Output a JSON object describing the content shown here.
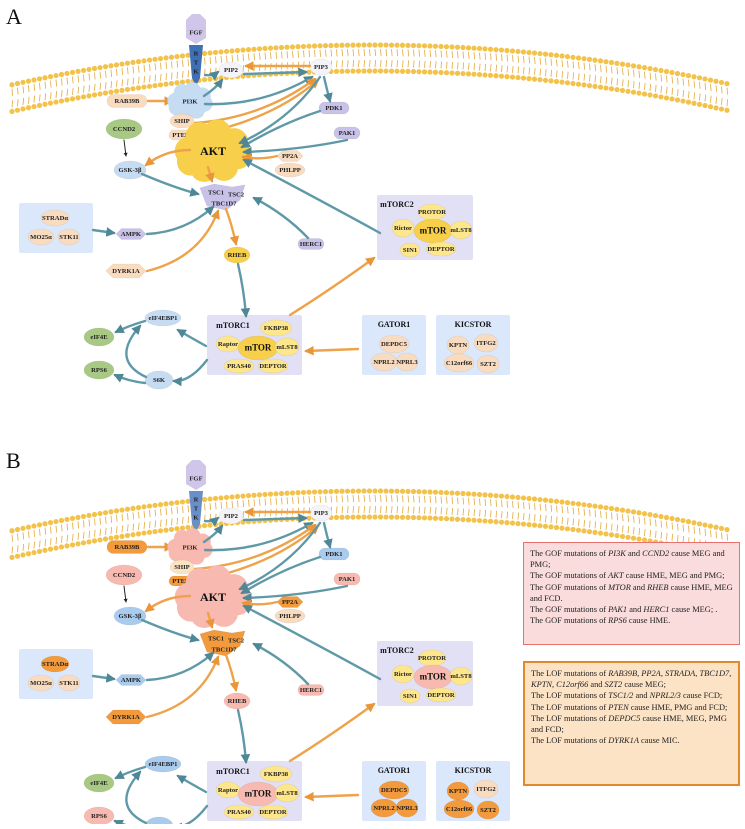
{
  "panels": {
    "a_label": "A",
    "b_label": "B"
  },
  "nodes": {
    "fgf": "FGF",
    "rtk": [
      "R",
      "T",
      "K"
    ],
    "pip2": "PIP2",
    "pip3": "PIP3",
    "rab39b": "RAB39B",
    "pi3k": "PI3K",
    "pdk1": "PDK1",
    "pak1": "PAK1",
    "ship": "SHIP",
    "pten": "PTEN",
    "ccnd2": "CCND2",
    "akt": "AKT",
    "pp2a": "PP2A",
    "phlpp": "PHLPP",
    "gsk3b": "GSK-3β",
    "tsc1": "TSC1",
    "tsc2": "TSC2",
    "tbc1d7": "TBC1D7",
    "strada": "STRADα",
    "mo25a": "MO25α",
    "stk11": "STK11",
    "ampk": "AMPK",
    "herc1": "HERC1",
    "dyrk1a": "DYRK1A",
    "rheb": "RHEB",
    "eif4ebp1": "eIF4EBP1",
    "eif4e": "eIF4E",
    "rps6": "RPS6",
    "s6k": "S6K"
  },
  "mtorc1": {
    "title": "mTORC1",
    "fkbp38": "FKBP38",
    "raptor": "Raptor",
    "mtor": "mTOR",
    "mlst8": "mLST8",
    "pras40": "PRAS40",
    "deptor": "DEPTOR"
  },
  "mtorc2": {
    "title": "mTORC2",
    "protor": "PROTOR",
    "rictor": "Rictor",
    "mtor": "mTOR",
    "mlst8": "mLST8",
    "sin1": "SIN1",
    "deptor": "DEPTOR"
  },
  "gator1": {
    "title": "GATOR1",
    "depdc5": "DEPDC5",
    "nprl2": "NPRL2",
    "nprl3": "NPRL3"
  },
  "kicstor": {
    "title": "KICSTOR",
    "kptn": "KPTN",
    "itfg2": "ITFG2",
    "c12orf66": "C12orf66",
    "szt2": "SZT2"
  },
  "legend_gof": [
    [
      {
        "t": "The GOF mutations of "
      },
      {
        "t": "PI3K",
        "i": true
      },
      {
        "t": " and "
      },
      {
        "t": "CCND2",
        "i": true
      },
      {
        "t": " cause MEG and PMG;"
      }
    ],
    [
      {
        "t": "The GOF mutations of "
      },
      {
        "t": "AKT",
        "i": true
      },
      {
        "t": " cause HME, MEG and PMG;"
      }
    ],
    [
      {
        "t": "The GOF mutations of "
      },
      {
        "t": "MTOR",
        "i": true
      },
      {
        "t": " and "
      },
      {
        "t": "RHEB",
        "i": true
      },
      {
        "t": " cause HME, MEG and FCD."
      }
    ],
    [
      {
        "t": "The GOF mutations of "
      },
      {
        "t": "PAK1",
        "i": true
      },
      {
        "t": " and "
      },
      {
        "t": "HERC1",
        "i": true
      },
      {
        "t": " cause MEG; ."
      }
    ],
    [
      {
        "t": "The GOF mutations of "
      },
      {
        "t": "RPS6",
        "i": true
      },
      {
        "t": " cause HME."
      }
    ]
  ],
  "legend_lof": [
    [
      {
        "t": "The LOF mutations of "
      },
      {
        "t": "RAB39B",
        "i": true
      },
      {
        "t": ", "
      },
      {
        "t": "PP2A",
        "i": true
      },
      {
        "t": ", "
      },
      {
        "t": "STRADA",
        "i": true
      },
      {
        "t": ", "
      },
      {
        "t": "TBC1D7",
        "i": true
      },
      {
        "t": ", "
      },
      {
        "t": "KPTN",
        "i": true
      },
      {
        "t": ", "
      },
      {
        "t": "C12orf66",
        "i": true
      },
      {
        "t": " and "
      },
      {
        "t": "SZT2",
        "i": true
      },
      {
        "t": " cause MEG;"
      }
    ],
    [
      {
        "t": "The LOF mutations of "
      },
      {
        "t": "TSC1/2",
        "i": true
      },
      {
        "t": " and "
      },
      {
        "t": "NPRL2/3",
        "i": true
      },
      {
        "t": " cause FCD;"
      }
    ],
    [
      {
        "t": "The LOF mutations of "
      },
      {
        "t": "PTEN",
        "i": true
      },
      {
        "t": " cause HME, PMG and FCD;"
      }
    ],
    [
      {
        "t": "The LOF mutations of "
      },
      {
        "t": "DEPDC5",
        "i": true
      },
      {
        "t": " cause HME, MEG, PMG and FCD;"
      }
    ],
    [
      {
        "t": "The LOF mutations of "
      },
      {
        "t": "DYRK1A",
        "i": true
      },
      {
        "t": " cause MIC."
      }
    ]
  ],
  "colors": {
    "membrane": "#f2c24b",
    "membrane_tail": "#e4a93a",
    "arrow_orange": "#f0a040",
    "arrow_teal": "#5f99a8",
    "complex_bg": "#e2e0f4",
    "blue_bg": "#dbe8fb",
    "yellow": "#fde68c",
    "gold": "#f7cf4a",
    "peach": "#f9dcc0",
    "lavender": "#c9c2e8",
    "green": "#a8c984",
    "lightblue": "#c5dcf2",
    "b_pink": "#f7b9b0",
    "b_orange": "#f29a3c",
    "b_blue": "#a9cbee"
  }
}
